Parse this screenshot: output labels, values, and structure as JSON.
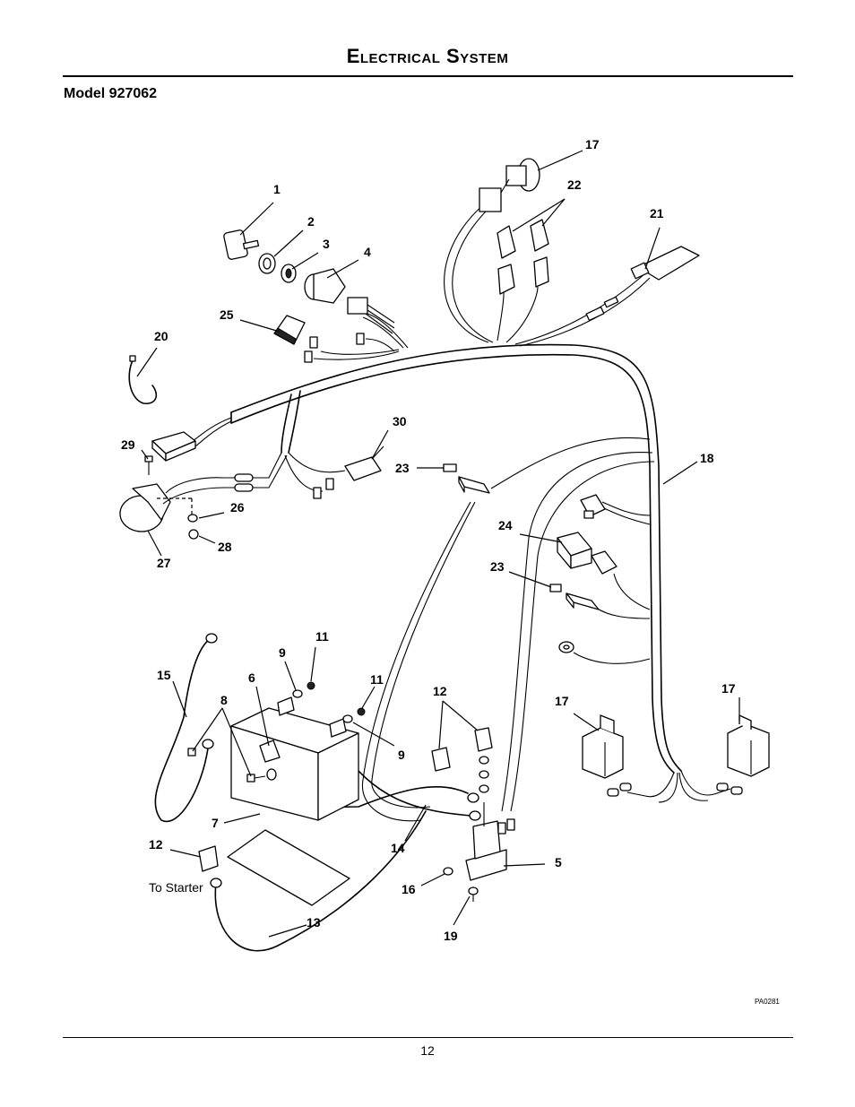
{
  "header": {
    "title": "Electrical System",
    "subtitle": "Model 927062"
  },
  "diagram": {
    "part_labels": [
      "1",
      "2",
      "3",
      "4",
      "5",
      "6",
      "7",
      "8",
      "9",
      "9",
      "11",
      "11",
      "12",
      "12",
      "13",
      "14",
      "15",
      "16",
      "17",
      "17",
      "17",
      "18",
      "19",
      "20",
      "21",
      "22",
      "23",
      "23",
      "24",
      "25",
      "26",
      "27",
      "28",
      "29",
      "30"
    ],
    "note": "To Starter",
    "drawing_code": "PA0281"
  },
  "footer": {
    "page_number": "12"
  }
}
